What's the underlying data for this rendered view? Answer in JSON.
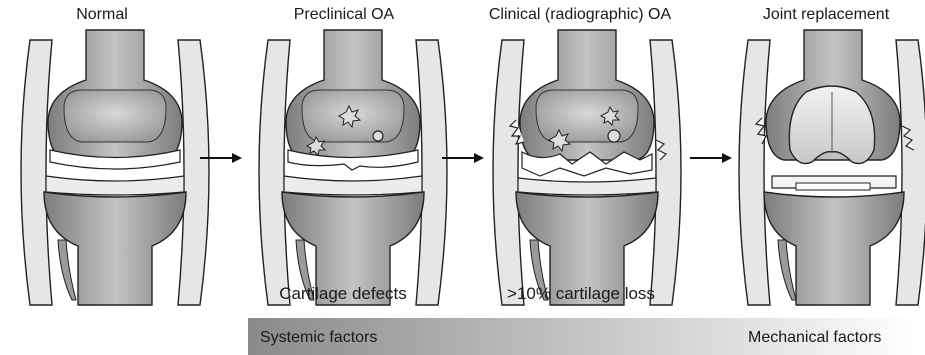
{
  "stages": [
    {
      "title": "Normal"
    },
    {
      "title": "Preclinical OA"
    },
    {
      "title": "Clinical (radiographic) OA"
    },
    {
      "title": "Joint replacement"
    }
  ],
  "captions": {
    "preclinical": "Cartilage defects",
    "clinical": ">10% cartilage loss"
  },
  "gradient_band": {
    "left_label": "Systemic factors",
    "right_label": "Mechanical factors",
    "color_dark": "#8a8a8a",
    "color_light": "#ffffff"
  }
}
